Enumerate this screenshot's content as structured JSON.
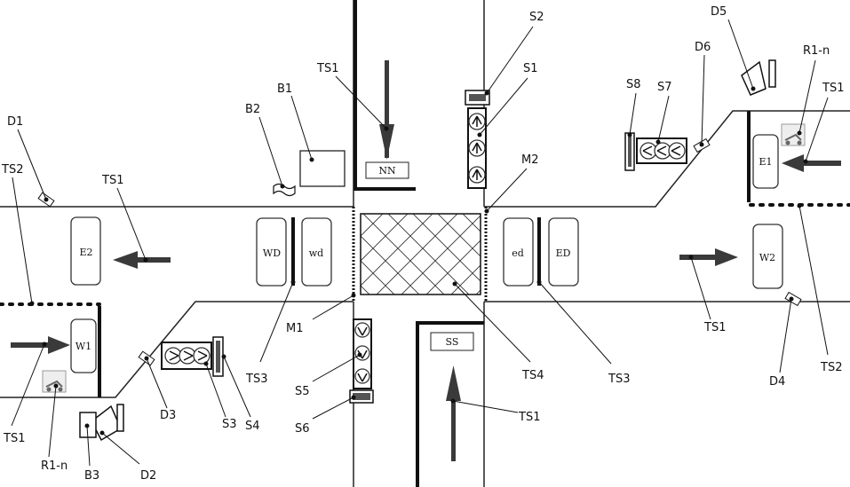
{
  "labels": {
    "s2": "S2",
    "s1": "S1",
    "d5": "D5",
    "r1n_top": "R1-n",
    "ts1_ne": "TS1",
    "d6": "D6",
    "s8": "S8",
    "s7": "S7",
    "ts1_nn": "TS1",
    "b1": "B1",
    "b2": "B2",
    "d1": "D1",
    "ts2_w": "TS2",
    "ts1_w": "TS1",
    "m2": "M2",
    "m1": "M1",
    "ts3_w": "TS3",
    "ts3_e": "TS3",
    "ts4": "TS4",
    "s5": "S5",
    "s6": "S6",
    "ts1_ss": "TS1",
    "ts1_sw": "TS1",
    "r1n_bottom": "R1-n",
    "b3": "B3",
    "d2": "D2",
    "d3": "D3",
    "s3": "S3",
    "s4": "S4",
    "ts1_e": "TS1",
    "d4": "D4",
    "ts2_e": "TS2"
  },
  "zones": {
    "nn": "NN",
    "ss": "SS",
    "e1": "E1",
    "e2": "E2",
    "w1": "W1",
    "w2": "W2",
    "wd": "WD",
    "wd_small": "wd",
    "ed": "ED",
    "ed_small": "ed"
  },
  "colors": {
    "arrow": "#3a3a3a",
    "line": "#222222"
  },
  "icons": {
    "signal": "traffic-signal-icon",
    "camera": "camera-icon",
    "detector": "detector-icon",
    "robot": "robot-vehicle-icon",
    "board": "display-board-icon",
    "flag": "flag-icon"
  }
}
